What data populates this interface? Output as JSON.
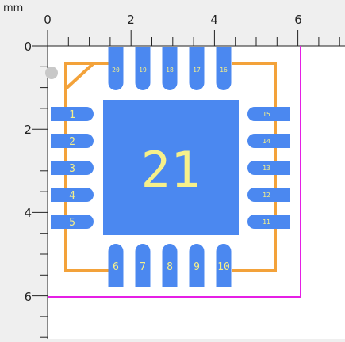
{
  "units": "mm",
  "colors": {
    "ruler_bg": "#efefef",
    "canvas_bg": "#ffffff",
    "pad": "#4b88f0",
    "silkscreen": "#f3a23a",
    "label": "#f6f08a",
    "board_edge": "#e51fe5",
    "pin1_marker": "#c8c8c8"
  },
  "rulers": {
    "x_labels": [
      "0",
      "2",
      "4",
      "6"
    ],
    "y_labels": [
      "0",
      "2",
      "4",
      "6"
    ]
  },
  "footprint": {
    "center_pad": "21",
    "left_pins": [
      "1",
      "2",
      "3",
      "4",
      "5"
    ],
    "bottom_pins": [
      "6",
      "7",
      "8",
      "9",
      "10"
    ],
    "right_pins": [
      "11",
      "12",
      "13",
      "14",
      "15"
    ],
    "top_pins": [
      "16",
      "17",
      "18",
      "19",
      "20"
    ]
  }
}
